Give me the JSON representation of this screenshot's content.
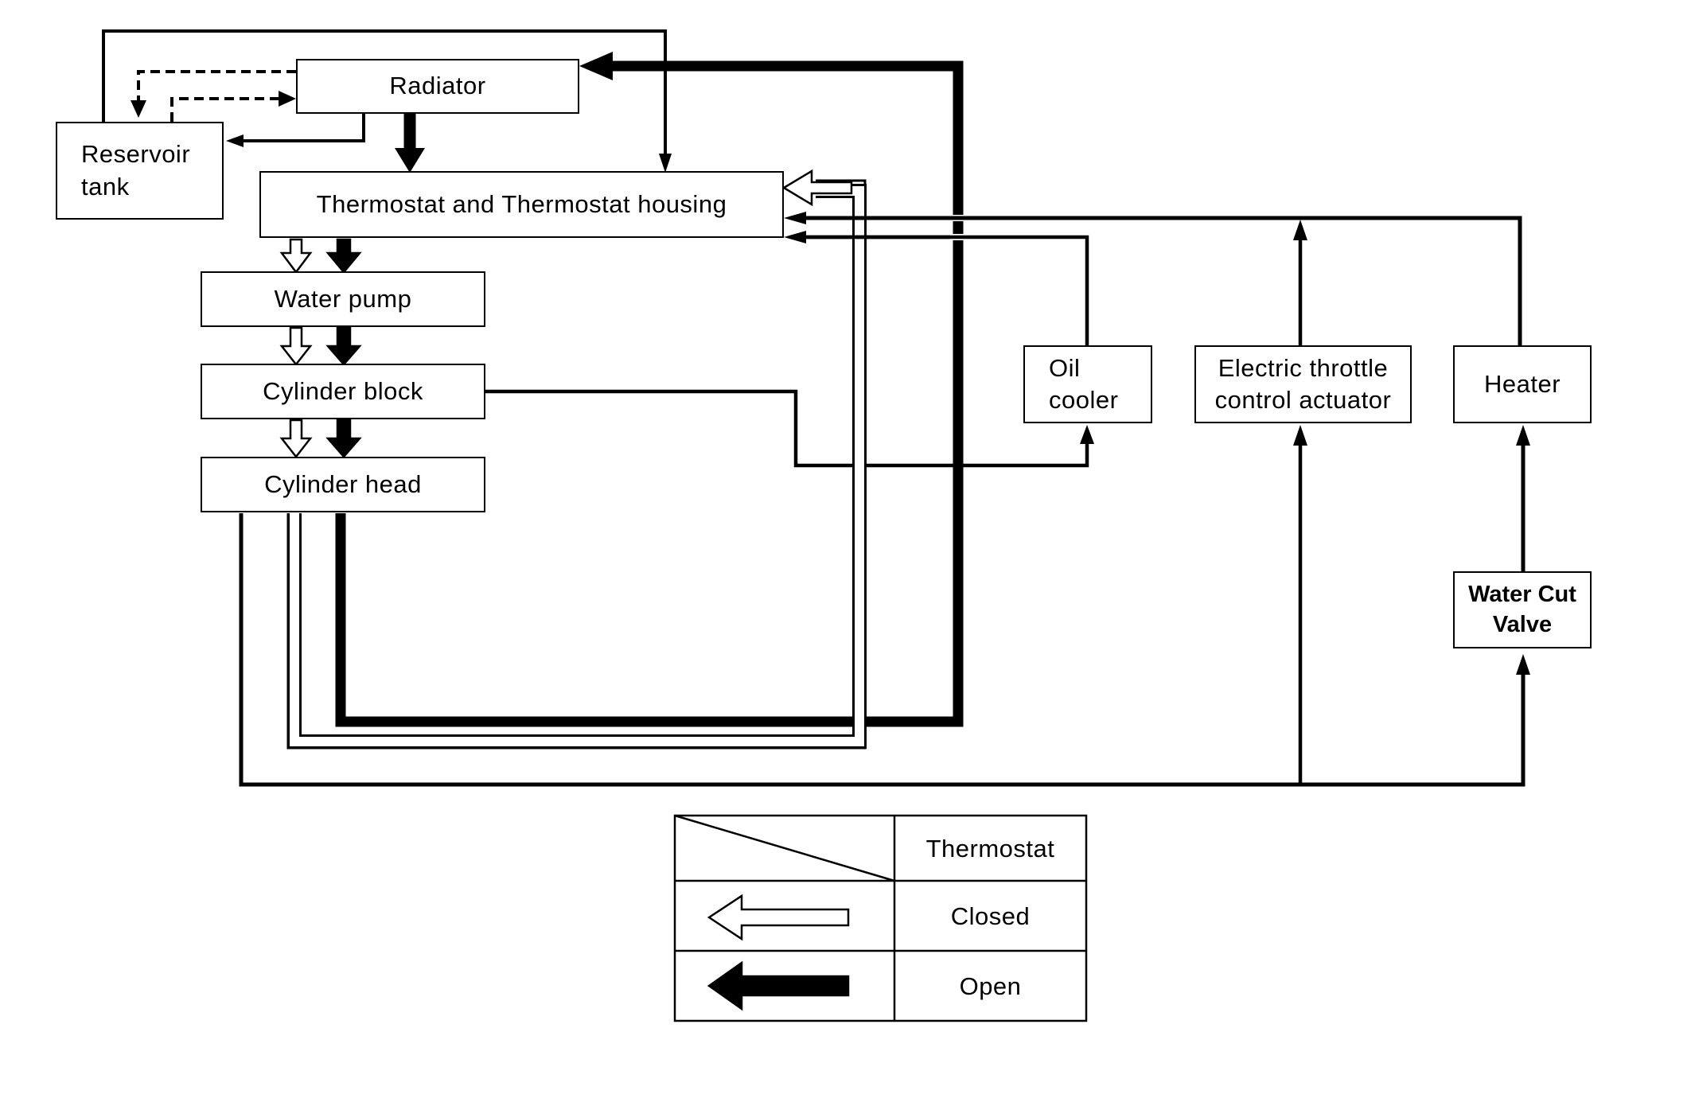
{
  "components": {
    "radiator": "Radiator",
    "reservoir_tank_line1": "Reservoir",
    "reservoir_tank_line2": "tank",
    "thermostat_housing": "Thermostat and Thermostat housing",
    "water_pump": "Water pump",
    "cylinder_block": "Cylinder block",
    "cylinder_head": "Cylinder head",
    "oil_cooler_line1": "Oil",
    "oil_cooler_line2": "cooler",
    "electric_throttle_line1": "Electric throttle",
    "electric_throttle_line2": "control actuator",
    "heater": "Heater",
    "water_cut_valve_line1": "Water Cut",
    "water_cut_valve_line2": "Valve"
  },
  "legend": {
    "header": "Thermostat",
    "closed_label": "Closed",
    "open_label": "Open"
  },
  "colors": {
    "line": "#000000",
    "background": "#ffffff"
  }
}
